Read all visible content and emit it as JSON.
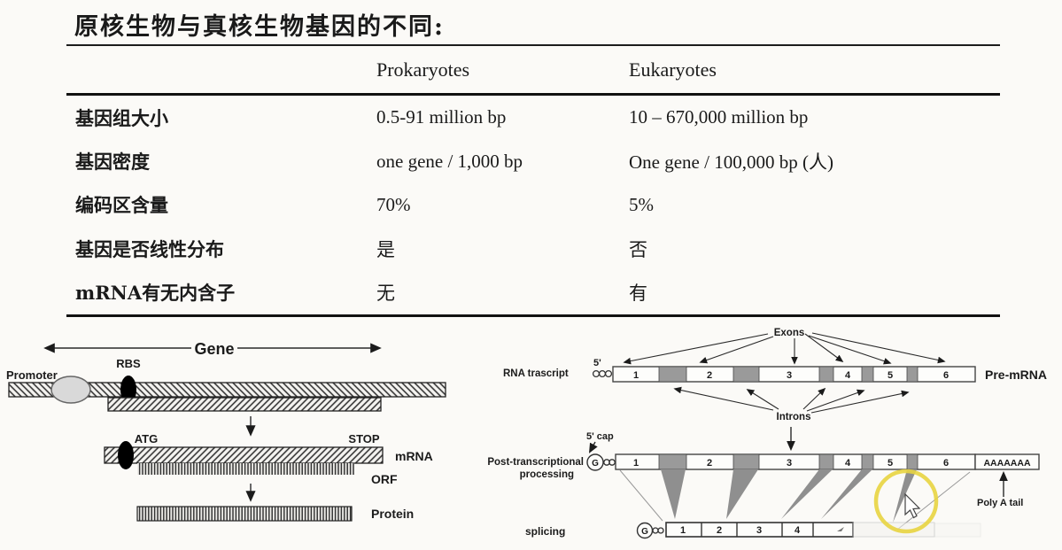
{
  "title": "原核生物与真核生物基因的不同:",
  "table": {
    "headers": {
      "prokaryotes": "Prokaryotes",
      "eukaryotes": "Eukaryotes"
    },
    "rows": [
      {
        "label": "基因组大小",
        "pro": "0.5-91 million bp",
        "eu": "10 – 670,000 million bp"
      },
      {
        "label": "基因密度",
        "pro": "one gene / 1,000 bp",
        "eu": "One gene / 100,000 bp (人)"
      },
      {
        "label": "编码区含量",
        "pro": "70%",
        "eu": "5%"
      },
      {
        "label": "基因是否线性分布",
        "pro": "是",
        "eu": "否"
      },
      {
        "label": "mRNA有无内含子",
        "pro": "无",
        "eu": "有"
      }
    ]
  },
  "prokaryote_diagram": {
    "gene_label": "Gene",
    "promoter_label": "Promoter",
    "rbs_label": "RBS",
    "atg_label": "ATG",
    "stop_label": "STOP",
    "mrna_label": "mRNA",
    "orf_label": "ORF",
    "protein_label": "Protein"
  },
  "eukaryote_diagram": {
    "rna_transcript_label": "RNA trascript",
    "five_prime_label": "5'",
    "exons_label": "Exons",
    "introns_label": "Introns",
    "pre_mrna_label": "Pre-mRNA",
    "five_cap_label": "5' cap",
    "post_processing_line1": "Post-transcriptional",
    "post_processing_line2": "processing",
    "g_cap": "G",
    "exon_numbers": [
      "1",
      "2",
      "3",
      "4",
      "5",
      "6"
    ],
    "spliced_exon_numbers": [
      "1",
      "2",
      "3",
      "4"
    ],
    "polya_seq": "AAAAAAA",
    "polya_label": "Poly A tail",
    "splicing_label": "splicing"
  },
  "colors": {
    "highlight_yellow": "#e8d440",
    "intron_gray": "#9a9a9a",
    "funnel_gray": "#8f8f8f",
    "text_black": "#1a1a1a"
  }
}
